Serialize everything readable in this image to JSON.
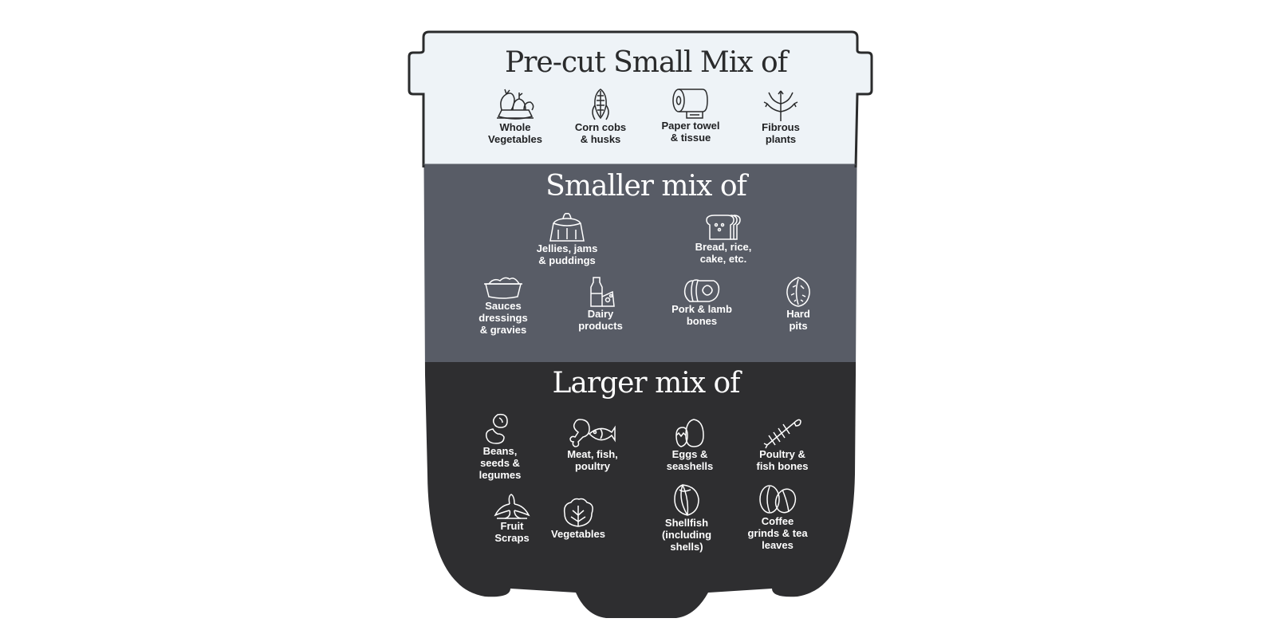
{
  "colors": {
    "top_band": "#eef3f7",
    "middle_band": "#585c66",
    "bottom_band": "#2e2e30",
    "outline": "#2a2b2c"
  },
  "sections": {
    "top": {
      "title": "Pre-cut Small Mix of",
      "items": [
        {
          "icon": "vegetables-basket-icon",
          "label": "Whole\nVegetables"
        },
        {
          "icon": "corn-cob-icon",
          "label": "Corn cobs\n& husks"
        },
        {
          "icon": "paper-towel-roll-icon",
          "label": "Paper towel\n& tissue"
        },
        {
          "icon": "fibrous-plant-icon",
          "label": "Fibrous\nplants"
        }
      ]
    },
    "middle": {
      "title": "Smaller mix of",
      "items": [
        {
          "icon": "jelly-pudding-icon",
          "label": "Jellies, jams\n& puddings"
        },
        {
          "icon": "bread-loaf-icon",
          "label": "Bread, rice,\ncake, etc."
        },
        {
          "icon": "sauce-dish-icon",
          "label": "Sauces\ndressings\n& gravies"
        },
        {
          "icon": "dairy-bottle-cheese-icon",
          "label": "Dairy\nproducts"
        },
        {
          "icon": "meat-bone-icon",
          "label": "Pork & lamb\nbones"
        },
        {
          "icon": "fruit-pit-icon",
          "label": "Hard\npits"
        }
      ]
    },
    "bottom": {
      "title": "Larger mix of",
      "items": [
        {
          "icon": "beans-icon",
          "label": "Beans,\nseeds &\nlegumes"
        },
        {
          "icon": "drumstick-fish-icon",
          "label": "Meat, fish,\npoultry"
        },
        {
          "icon": "eggs-icon",
          "label": "Eggs &\nseashells"
        },
        {
          "icon": "fish-bone-icon",
          "label": "Poultry &\nfish bones"
        },
        {
          "icon": "banana-peel-icon",
          "label": "Fruit\nScraps"
        },
        {
          "icon": "leafy-vegetable-icon",
          "label": "Vegetables"
        },
        {
          "icon": "shellfish-icon",
          "label": "Shellfish\n(including\nshells)"
        },
        {
          "icon": "coffee-beans-icon",
          "label": "Coffee\ngrinds & tea\nleaves"
        }
      ]
    }
  }
}
